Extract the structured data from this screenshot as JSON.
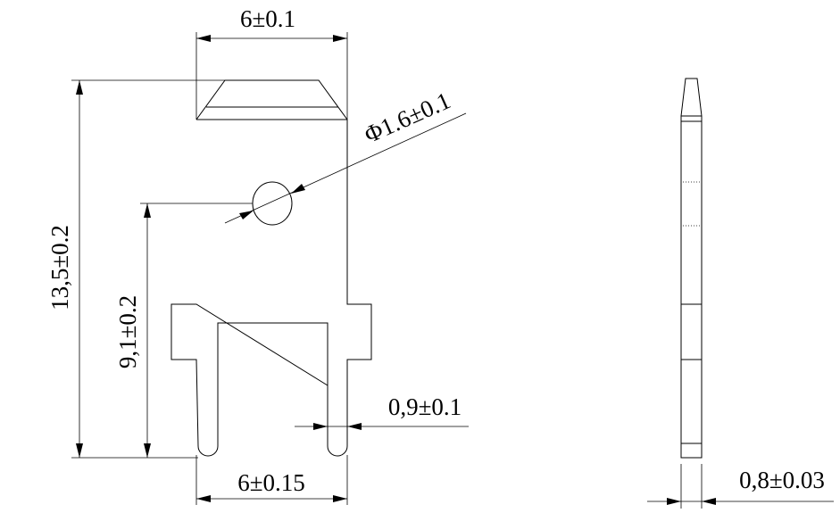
{
  "dimensions": {
    "top_width": "6±0.1",
    "hole_diameter": "Φ1.6±0.1",
    "total_height": "13,5±0.2",
    "hole_height": "9,1±0.2",
    "leg_width": "0,9±0.1",
    "bottom_width": "6±0.15",
    "thickness": "0,8±0.03"
  }
}
